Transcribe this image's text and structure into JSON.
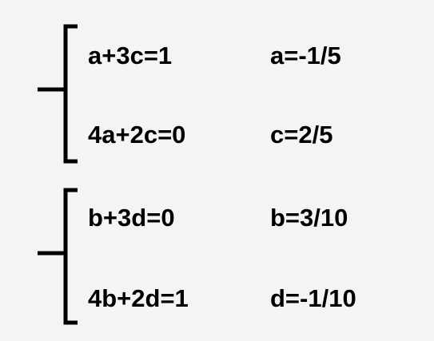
{
  "systems": [
    {
      "equations": [
        "a+3c=1",
        "4a+2c=0"
      ],
      "solutions": [
        "a=-1/5",
        "c=2/5"
      ]
    },
    {
      "equations": [
        "b+3d=0",
        "4b+2d=1"
      ],
      "solutions": [
        "b=3/10",
        "d=-1/10"
      ]
    }
  ]
}
